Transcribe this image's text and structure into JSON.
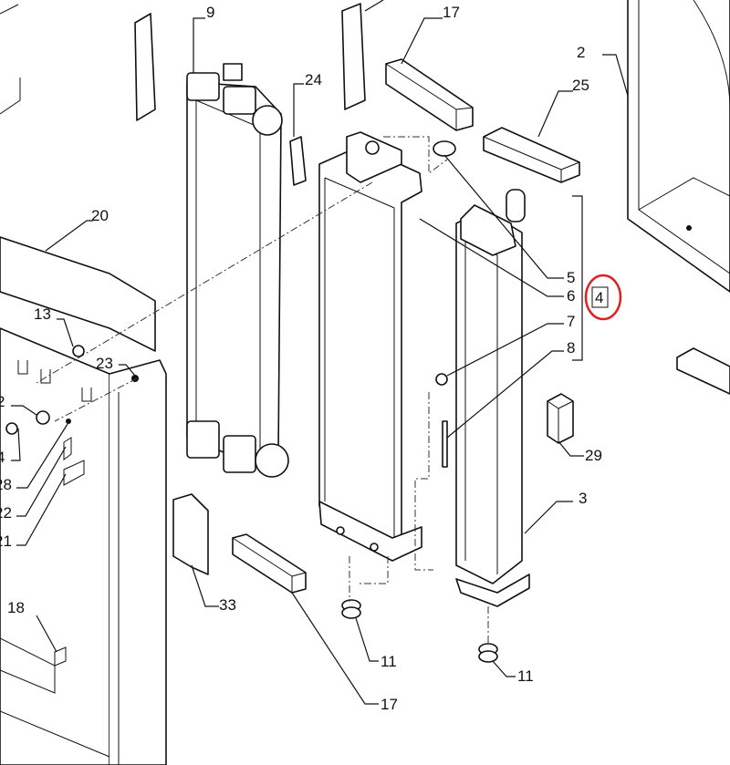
{
  "diagram": {
    "callouts": [
      {
        "id": "c9",
        "text": "9"
      },
      {
        "id": "c17a",
        "text": "17"
      },
      {
        "id": "c24",
        "text": "24"
      },
      {
        "id": "c2a",
        "text": "2"
      },
      {
        "id": "c25",
        "text": "25"
      },
      {
        "id": "c20",
        "text": "20"
      },
      {
        "id": "c13",
        "text": "13"
      },
      {
        "id": "c23",
        "text": "23"
      },
      {
        "id": "c2b",
        "text": "2"
      },
      {
        "id": "c4b",
        "text": "4"
      },
      {
        "id": "c28",
        "text": "28"
      },
      {
        "id": "c22",
        "text": "22"
      },
      {
        "id": "c21",
        "text": "21"
      },
      {
        "id": "c5",
        "text": "5"
      },
      {
        "id": "c6",
        "text": "6"
      },
      {
        "id": "c4",
        "text": "4"
      },
      {
        "id": "c7",
        "text": "7"
      },
      {
        "id": "c8",
        "text": "8"
      },
      {
        "id": "c29",
        "text": "29"
      },
      {
        "id": "c3",
        "text": "3"
      },
      {
        "id": "c18",
        "text": "18"
      },
      {
        "id": "c33",
        "text": "33"
      },
      {
        "id": "c11a",
        "text": "11"
      },
      {
        "id": "c11b",
        "text": "11"
      },
      {
        "id": "c17b",
        "text": "17"
      }
    ],
    "highlight": {
      "callout": "4",
      "color": "#e02020"
    }
  }
}
